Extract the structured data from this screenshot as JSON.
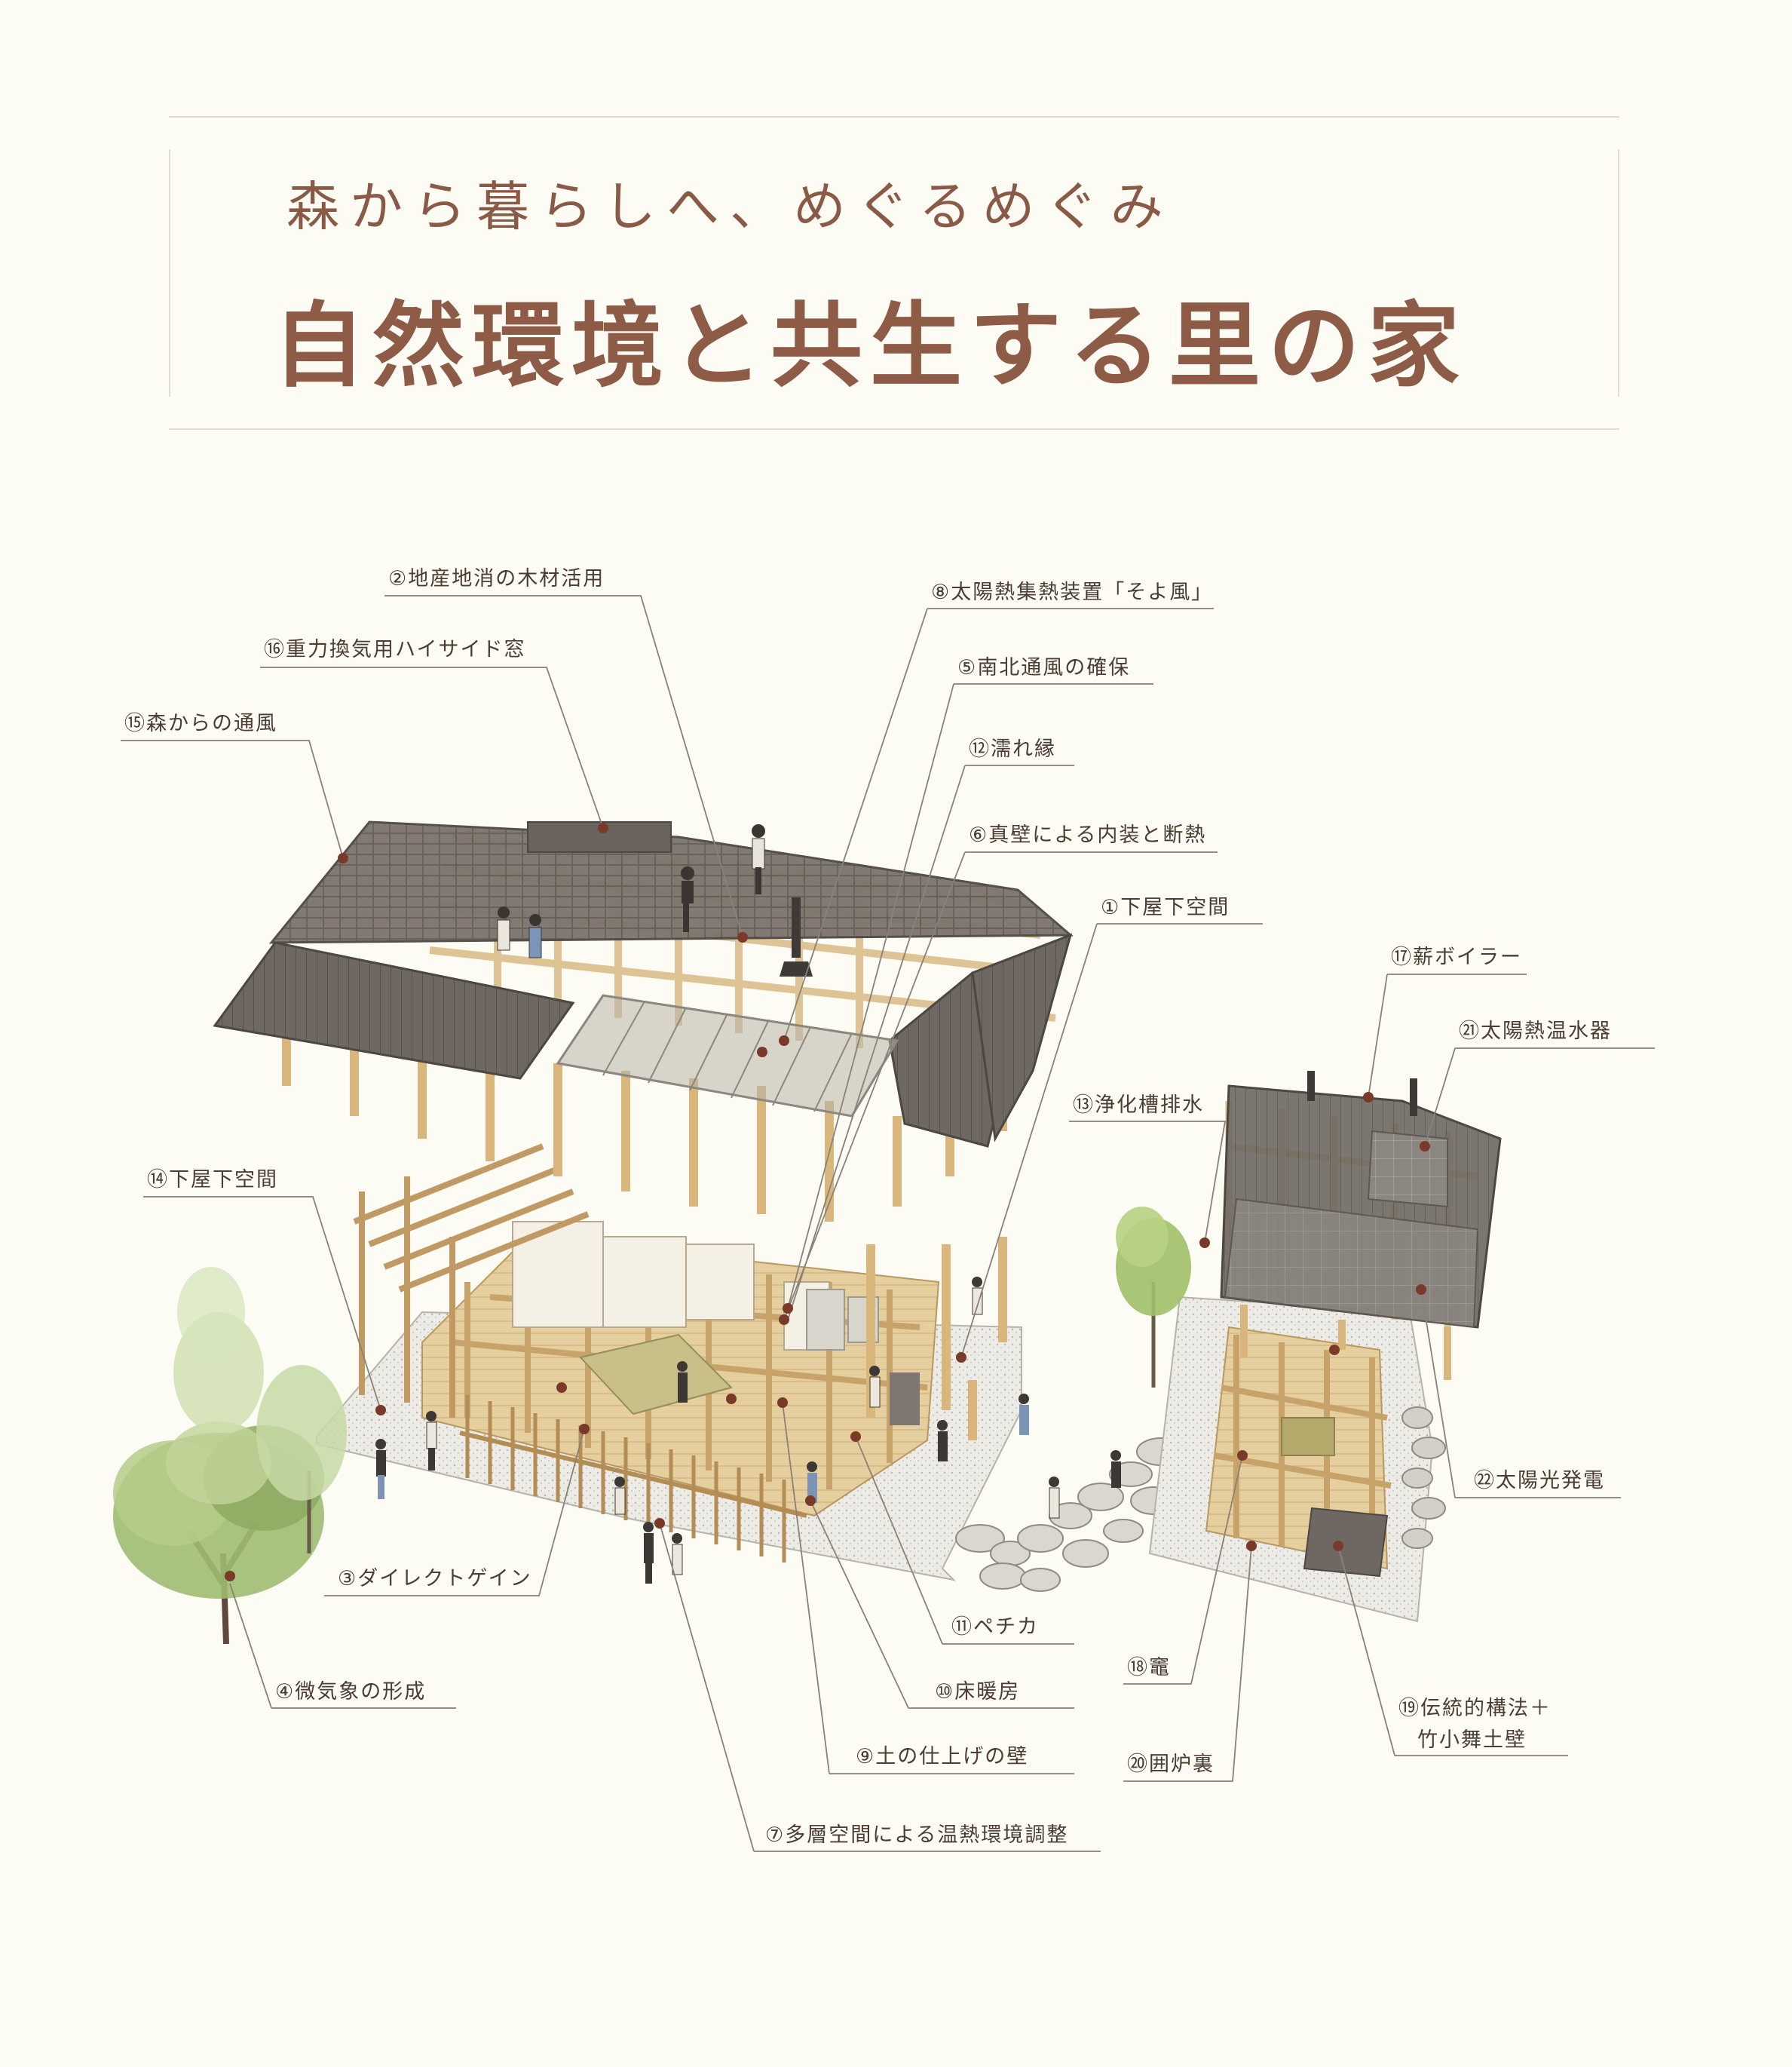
{
  "header": {
    "subtitle": "森から暮らしへ、めぐるめぐみ",
    "title": "自然環境と共生する里の家"
  },
  "labels": [
    {
      "id": "l2",
      "text": "②地産地消の木材活用"
    },
    {
      "id": "l8",
      "text": "⑧太陽熱集熱装置「そよ風」"
    },
    {
      "id": "l16",
      "text": "⑯重力換気用ハイサイド窓"
    },
    {
      "id": "l5",
      "text": "⑤南北通風の確保"
    },
    {
      "id": "l15",
      "text": "⑮森からの通風"
    },
    {
      "id": "l12",
      "text": "⑫濡れ縁"
    },
    {
      "id": "l6",
      "text": "⑥真壁による内装と断熱"
    },
    {
      "id": "l1",
      "text": "①下屋下空間"
    },
    {
      "id": "l17",
      "text": "⑰薪ボイラー"
    },
    {
      "id": "l21",
      "text": "㉑太陽熱温水器"
    },
    {
      "id": "l13",
      "text": "⑬浄化槽排水"
    },
    {
      "id": "l14",
      "text": "⑭下屋下空間"
    },
    {
      "id": "l22",
      "text": "㉒太陽光発電"
    },
    {
      "id": "l3",
      "text": "③ダイレクトゲイン"
    },
    {
      "id": "l11",
      "text": "⑪ペチカ"
    },
    {
      "id": "l18",
      "text": "⑱竈"
    },
    {
      "id": "l4",
      "text": "④微気象の形成"
    },
    {
      "id": "l10",
      "text": "⑩床暖房"
    },
    {
      "id": "l19a",
      "text": "⑲伝統的構法＋"
    },
    {
      "id": "l19b",
      "text": "竹小舞土壁"
    },
    {
      "id": "l9",
      "text": "⑨土の仕上げの壁"
    },
    {
      "id": "l20",
      "text": "⑳囲炉裏"
    },
    {
      "id": "l7",
      "text": "⑦多層空間による温熱環境調整"
    }
  ],
  "colors": {
    "background": "#fcfbf4",
    "title": "#8e5b47",
    "label_text": "#4c3c32",
    "leader_line": "#8a8177",
    "marker_dot": "#7a3a2a",
    "roof": "#6e6762",
    "timber": "#d8b67c",
    "rule": "#e3ddca"
  }
}
